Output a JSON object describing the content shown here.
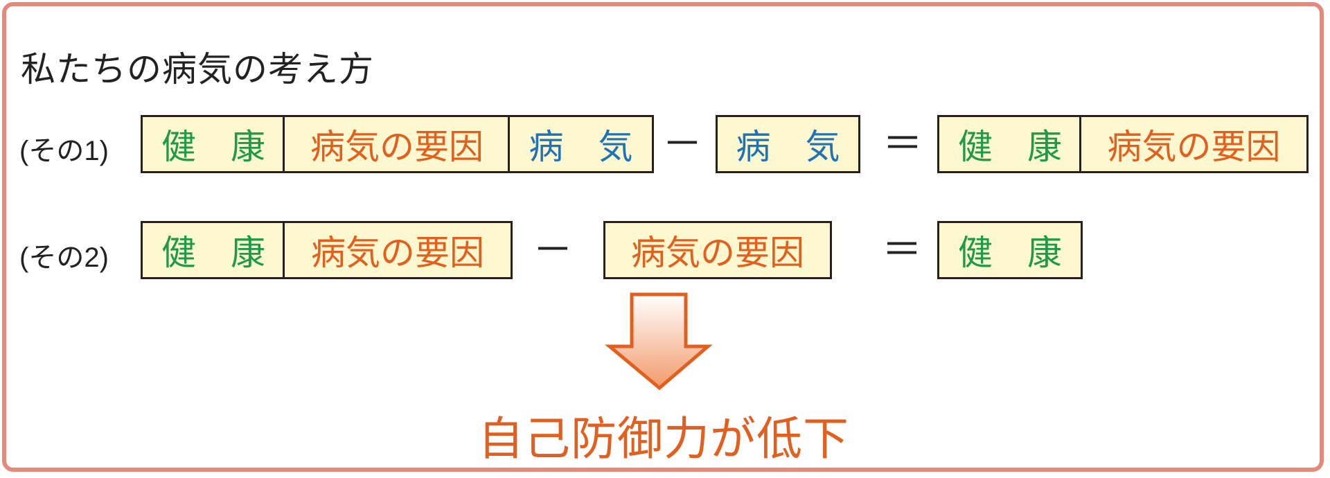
{
  "title": "私たちの病気の考え方",
  "row1": {
    "label": "(その1)",
    "boxes": [
      "健　康",
      "病気の要因",
      "病　気"
    ],
    "minus": "－",
    "subtract": "病　気",
    "equals": "＝",
    "result": [
      "健　康",
      "病気の要因"
    ]
  },
  "row2": {
    "label": "(その2)",
    "boxes": [
      "健　康",
      "病気の要因"
    ],
    "minus": "－",
    "subtract": "病気の要因",
    "equals": "＝",
    "result": [
      "健　康"
    ]
  },
  "conclusion": "自己防御力が低下",
  "colors": {
    "frame": "#e58a7a",
    "box_fill": "#fdf8cf",
    "health": "#1f9a48",
    "cause": "#e2601f",
    "illness": "#1f73b5",
    "arrow": "#e2601f"
  }
}
